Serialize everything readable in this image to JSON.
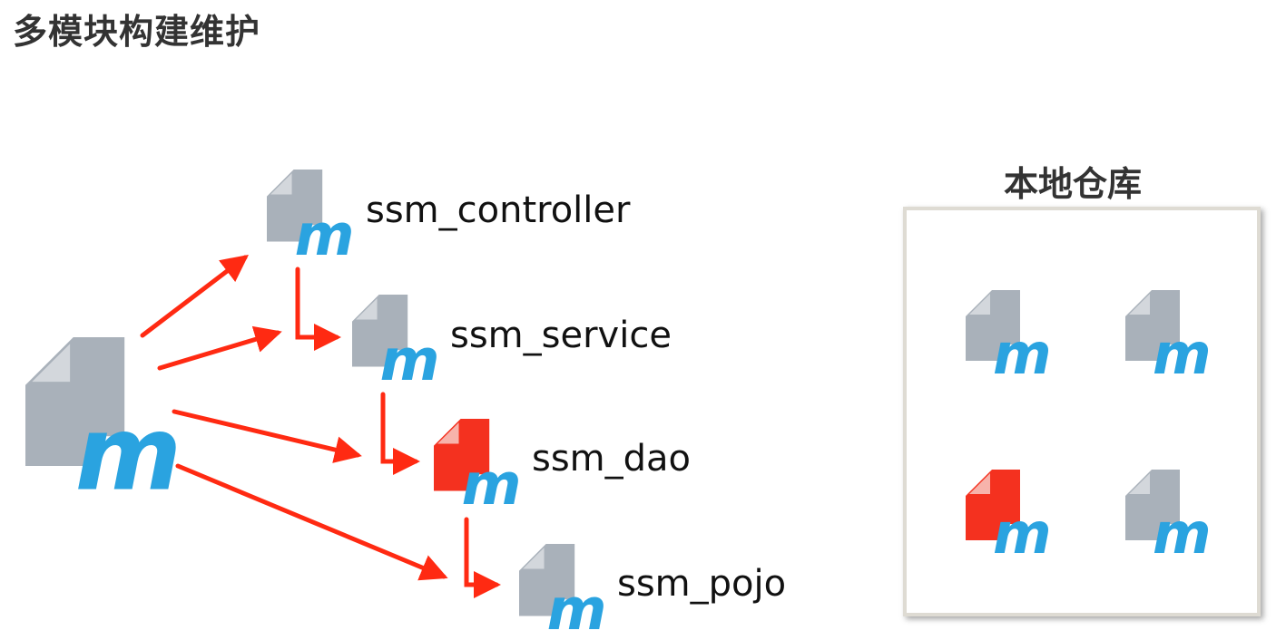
{
  "title": "多模块构建维护",
  "modules": [
    {
      "name": "ssm_controller",
      "color": "gray"
    },
    {
      "name": "ssm_service",
      "color": "gray"
    },
    {
      "name": "ssm_dao",
      "color": "red"
    },
    {
      "name": "ssm_pojo",
      "color": "gray"
    }
  ],
  "repository": {
    "title": "本地仓库",
    "artifacts": [
      "gray",
      "gray",
      "red",
      "gray"
    ]
  },
  "colors": {
    "arrow": "#ff2a12",
    "icon_gray": "#a9b1ba",
    "icon_fold_gray": "#d3d7dc",
    "icon_red": "#f4311f",
    "icon_fold_red": "#f7b3ab",
    "maven_m": "#2aa3e0"
  }
}
